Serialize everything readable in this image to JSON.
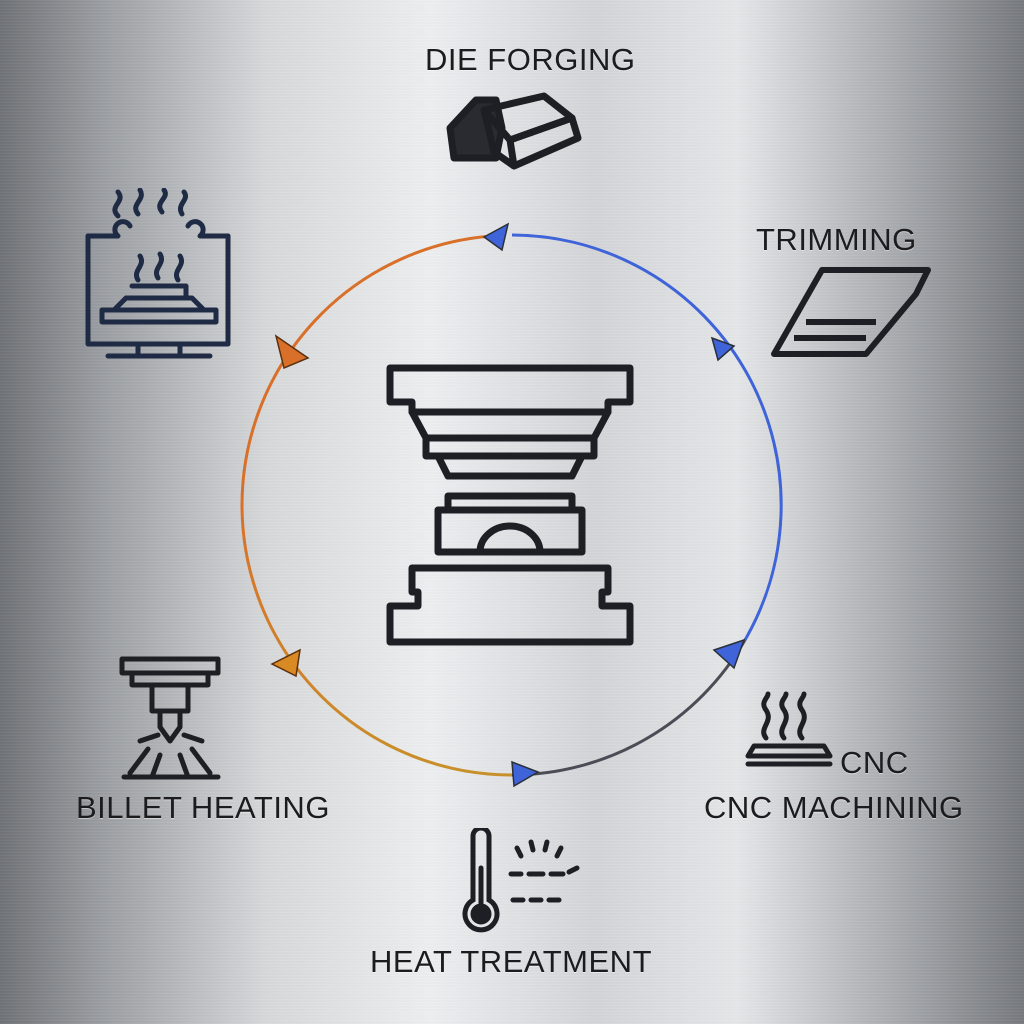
{
  "labels": {
    "die_forging": "DIE FORGING",
    "trimming": "TRIMMING",
    "cnc_short": "CNC",
    "cnc_machining": "CNC MACHINING",
    "heat_treatment": "HEAT TREATMENT",
    "billet_heating": "BILLET HEATING"
  },
  "icons": {
    "center": "forging-press-icon",
    "die_forging": "forged-part-icon",
    "trimming": "trim-blade-icon",
    "cnc_machining": "heat-waves-plate-icon",
    "heat_treatment": "thermometer-icon",
    "billet_heating_top": "furnace-icon",
    "billet_heating_bottom": "spindle-nozzle-icon"
  },
  "colors": {
    "orange_arc": "#d9702a",
    "gold_arc": "#c8902a",
    "blue_arc": "#3f63d8",
    "icon_dark": "#1e1f24",
    "icon_navy": "#1f2a44"
  }
}
